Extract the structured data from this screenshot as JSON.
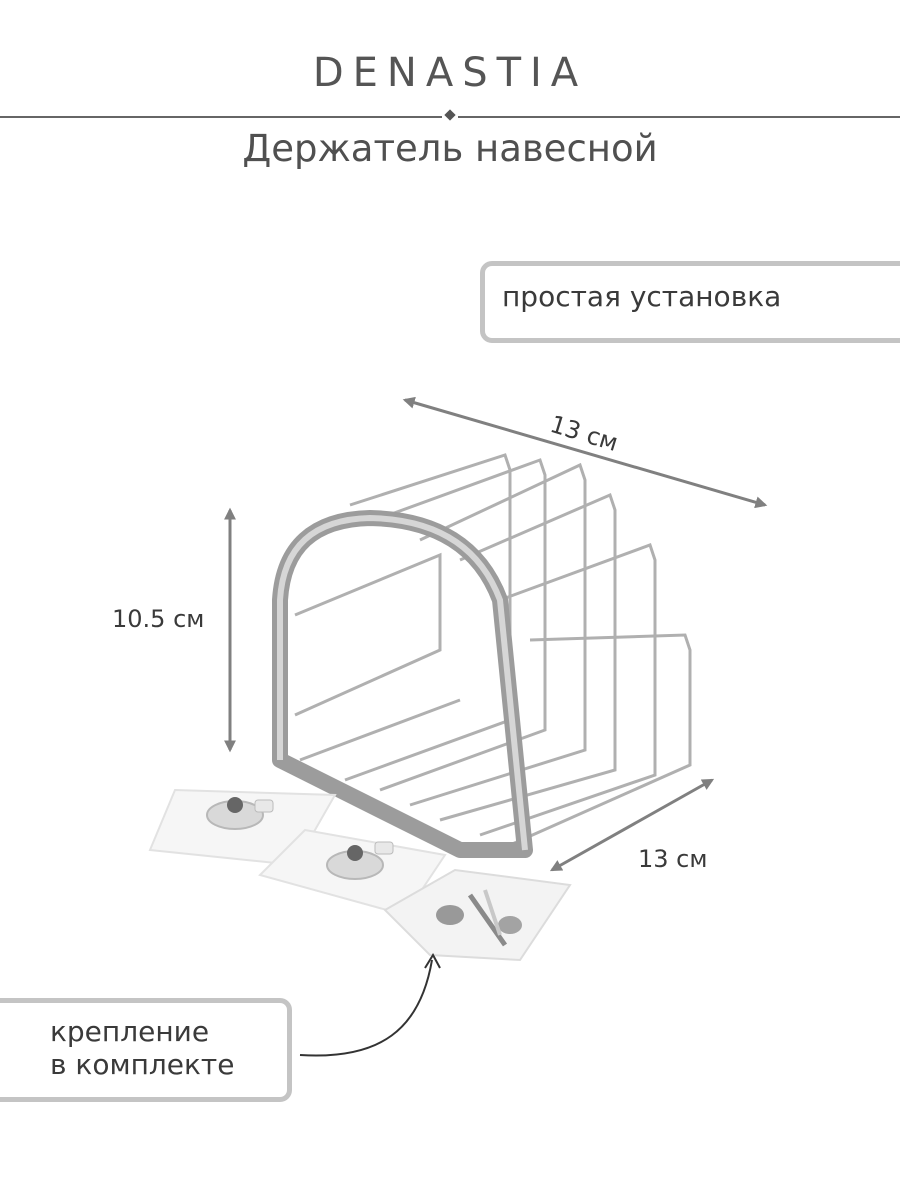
{
  "brand": "DENASTIA",
  "title": "Держатель навесной",
  "callouts": {
    "install": "простая установка",
    "kit_line1": "крепление",
    "kit_line2": "в комплекте"
  },
  "dimensions": {
    "width": "13 см",
    "height": "10.5 см",
    "depth": "13 см"
  },
  "colors": {
    "text": "#3a3a3a",
    "callout_border": "#c4c4c4",
    "arrow": "#808080",
    "metal": "#a8a8a8"
  }
}
